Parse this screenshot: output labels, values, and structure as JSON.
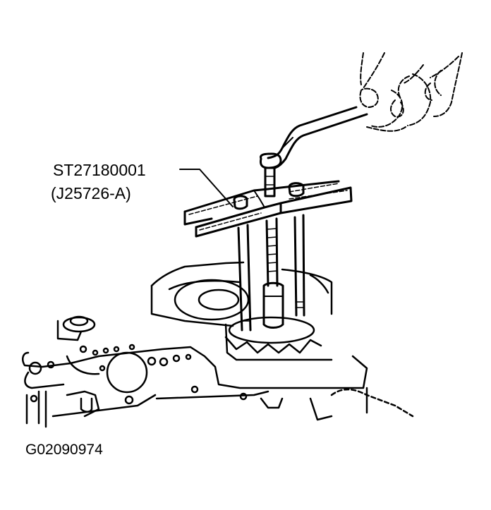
{
  "figure": {
    "subject": "Special service tool (puller) removing component from transmission case, operated with wrench by hand",
    "callouts": [
      {
        "part_number": "ST27180001",
        "alt_part_number": "(J25726-A)",
        "leader_target": "puller-crossbar"
      }
    ],
    "figure_id": "G02090974"
  },
  "colors": {
    "line": "#000000",
    "background": "#ffffff"
  }
}
